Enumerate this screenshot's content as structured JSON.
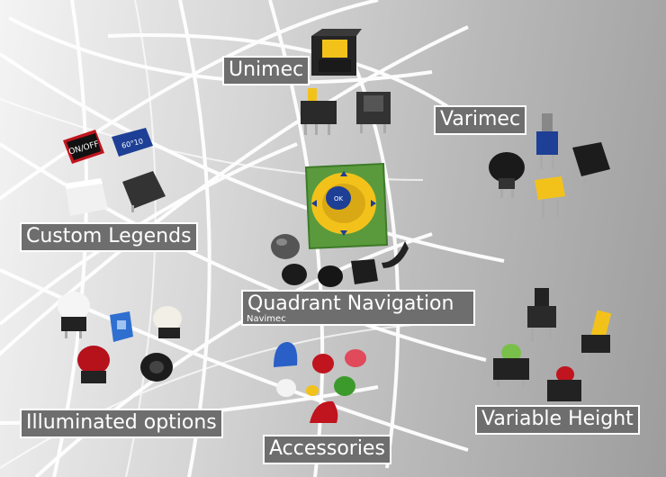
{
  "labels": {
    "unimec": "Unimec",
    "varimec": "Varimec",
    "custom_legends": "Custom Legends",
    "quadrant_navigation": "Quadrant Navigation",
    "navimec": "Navimec",
    "illuminated_options": "Illuminated options",
    "accessories": "Accessories",
    "variable_height": "Variable Height"
  },
  "key_legends": {
    "on_off": "ON/OFF",
    "numeric": "60°10",
    "center_ok": "OK"
  },
  "colors": {
    "background_light": "#f4f4f4",
    "background_dark": "#9d9d9d",
    "label_fill": "#6e6e6e",
    "label_border": "#ffffff",
    "switch_body": "#2b2b2b",
    "yellow": "#f2c21b",
    "red": "#c0141e",
    "blue": "#1d3f95",
    "green": "#53a83a",
    "pcb_green": "#5a9a3c"
  }
}
